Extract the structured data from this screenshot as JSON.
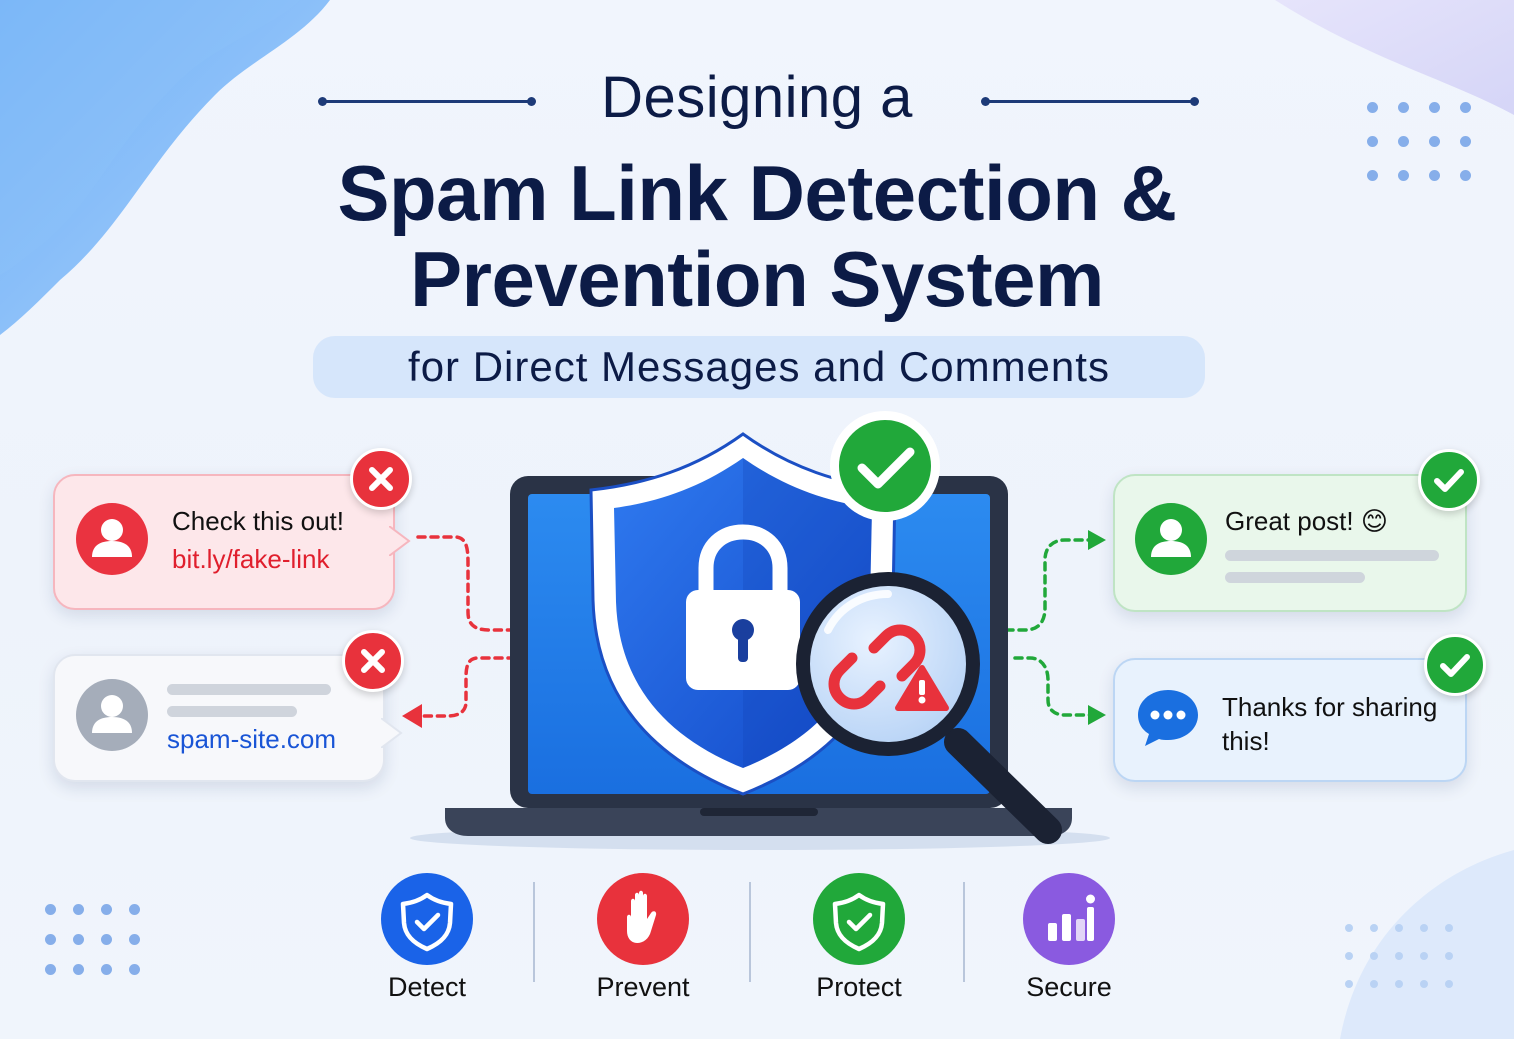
{
  "title": {
    "pre": "Designing a",
    "main_line1": "Spam Link Detection &",
    "main_line2": "Prevention System",
    "subtitle": "for Direct Messages and Comments"
  },
  "messages": {
    "spam_1": {
      "text": "Check this out!",
      "link": "bit.ly/fake-link",
      "status": "blocked"
    },
    "spam_2": {
      "link": "spam-site.com",
      "status": "blocked"
    },
    "ok_1": {
      "text": "Great post!",
      "emoji": "😊",
      "status": "approved"
    },
    "ok_2": {
      "text_line1": "Thanks for sharing",
      "text_line2": "this!",
      "status": "approved"
    }
  },
  "features": [
    {
      "label": "Detect",
      "icon": "shield-check-icon",
      "color": "#1a63e8"
    },
    {
      "label": "Prevent",
      "icon": "hand-stop-icon",
      "color": "#e8323c"
    },
    {
      "label": "Protect",
      "icon": "shield-check-icon",
      "color": "#21a83a"
    },
    {
      "label": "Secure",
      "icon": "bar-chart-icon",
      "color": "#8a5ae0"
    }
  ],
  "colors": {
    "navy": "#0c1b46",
    "spam_red": "#e8323c",
    "safe_green": "#21a83a",
    "link_blue": "#1a55d6",
    "shield_blue": "#1a63e8"
  }
}
